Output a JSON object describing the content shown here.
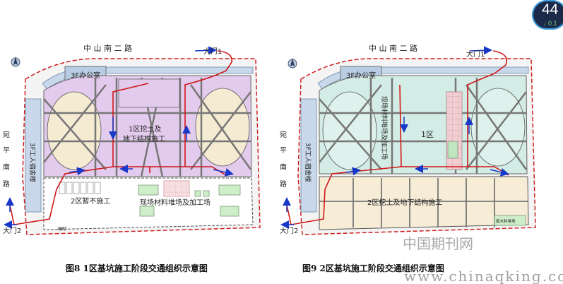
{
  "figure8": {
    "road_top": "中 山 南 二 路",
    "road_side": [
      "宛",
      "平",
      "南",
      "路"
    ],
    "gate1": "大门1",
    "gate2": "大门2",
    "office": "3F办公室",
    "dorm": "3F工人宿舍楼",
    "zone1": [
      "1区挖土及",
      "地下结构施工"
    ],
    "zone2": "2区暂不施工",
    "yard": "现场材料堆场及加工场",
    "small": "硬砌",
    "caption": "图8  1区基坑施工阶段交通组织示意图"
  },
  "figure9": {
    "road_top": "中 山 南 二 路",
    "road_side": [
      "宛",
      "平",
      "南",
      "路"
    ],
    "gate1": "大门1",
    "gate2": "大门2",
    "office": "3F办公室",
    "dorm": "3F工人宿舍楼",
    "zone1": "1区",
    "zone2": "2区挖土及地下结构施工",
    "yard_vertical": "现场材料堆场及加工场",
    "small": "废木料堆场",
    "caption": "图9  2区基坑施工阶段交通组织示意图"
  },
  "watermark_cn": "中国期刊网",
  "watermark_url": "www.chinaqking.com",
  "badge": {
    "number": "44",
    "sub": "↓ 0.1"
  },
  "colors": {
    "route": "#d01818",
    "arrow": "#1838c8",
    "boundary": "#cc2020"
  }
}
